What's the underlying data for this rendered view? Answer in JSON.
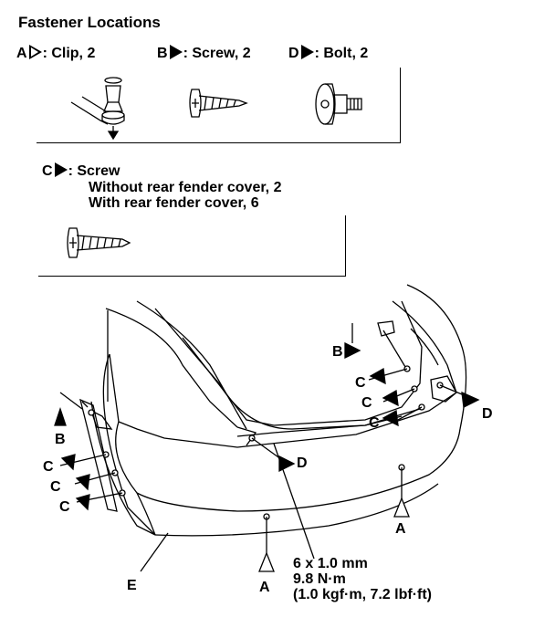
{
  "title": "Fastener Locations",
  "legend": {
    "a": {
      "letter": "A",
      "text": ": Clip, 2"
    },
    "b": {
      "letter": "B",
      "text": ": Screw, 2"
    },
    "d": {
      "letter": "D",
      "text": ": Bolt, 2"
    },
    "c": {
      "letter": "C",
      "text": ": Screw",
      "line1": "Without rear fender cover, 2",
      "line2": "With rear fender cover, 6"
    }
  },
  "callouts": {
    "b_top": "B",
    "c1": "C",
    "c2": "C",
    "c3": "C",
    "d_right": "D",
    "b_left": "B",
    "c4": "C",
    "c5": "C",
    "c6": "C",
    "d_center": "D",
    "a_right": "A",
    "a_center": "A",
    "e": "E"
  },
  "torque": {
    "line1": "6 x 1.0 mm",
    "line2": "9.8 N·m",
    "line3": "(1.0 kgf·m, 7.2 lbf·ft)"
  }
}
